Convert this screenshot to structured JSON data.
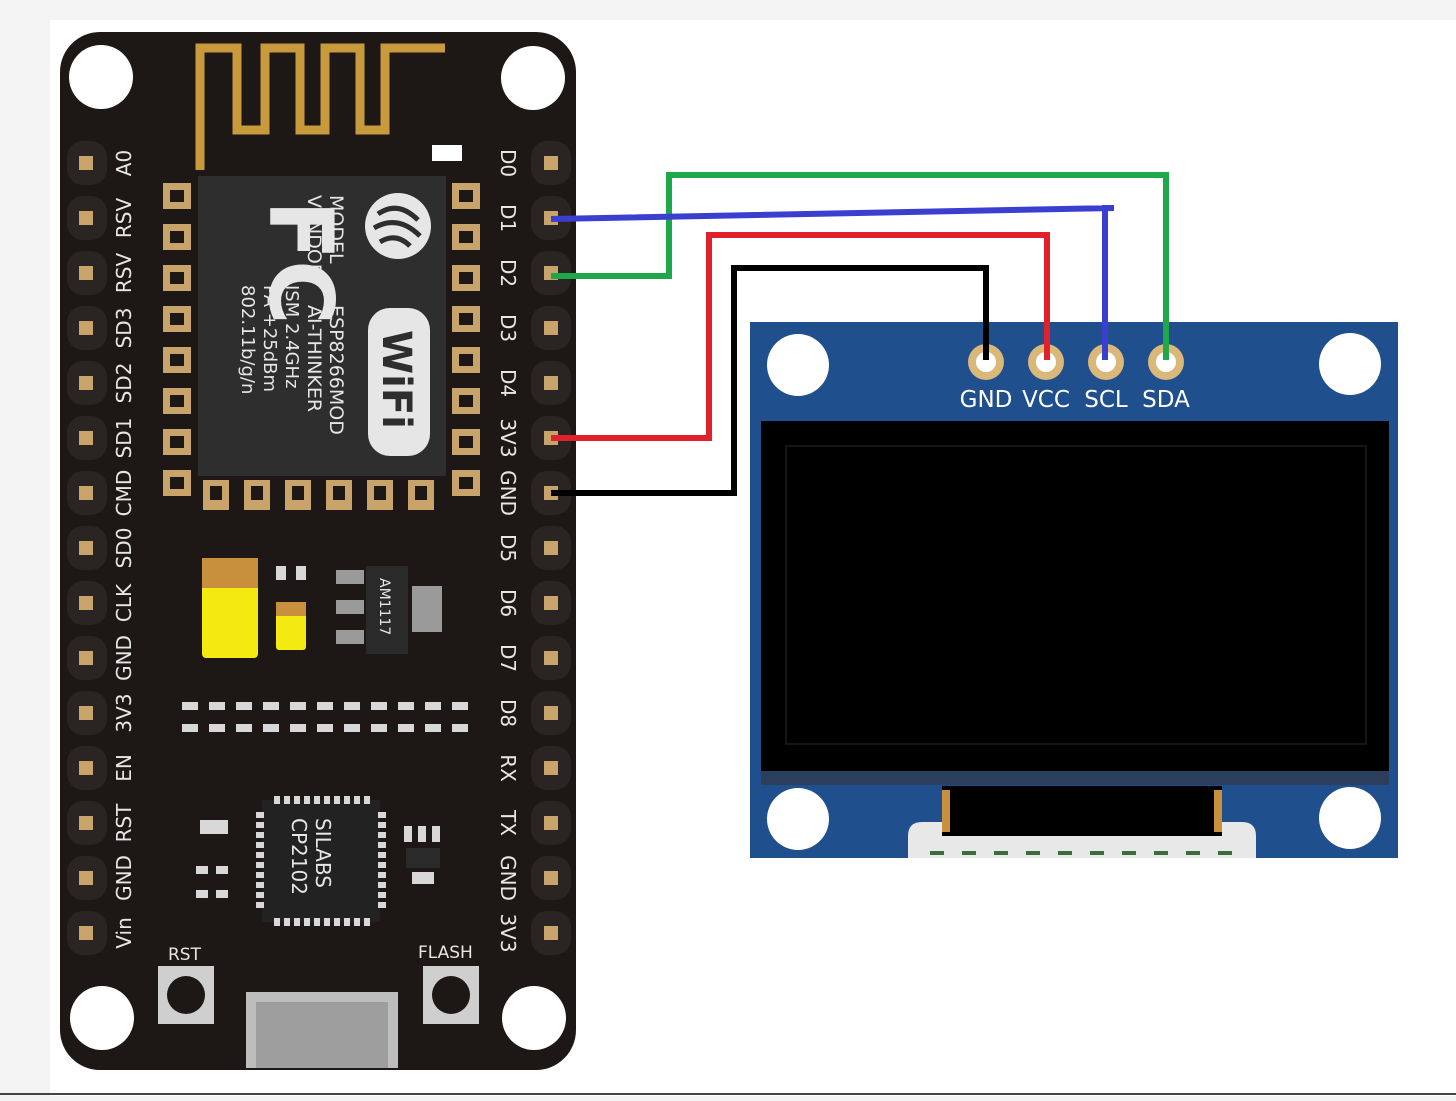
{
  "nodemcu": {
    "left_pins": [
      "A0",
      "RSV",
      "RSV",
      "SD3",
      "SD2",
      "SD1",
      "CMD",
      "SD0",
      "CLK",
      "GND",
      "3V3",
      "EN",
      "RST",
      "GND",
      "Vin"
    ],
    "right_pins": [
      "D0",
      "D1",
      "D2",
      "D3",
      "D4",
      "3V3",
      "GND",
      "D5",
      "D6",
      "D7",
      "D8",
      "RX",
      "TX",
      "GND",
      "3V3"
    ],
    "module": {
      "fc_logo": "FC",
      "lines": [
        "MODEL",
        "VENDOR",
        "ISM 2.4GHz",
        "PA +25dBm",
        "802.11b/g/n"
      ],
      "model_value": "ESP8266MOD",
      "vendor_value": "AI-THINKER",
      "wifi_logo": "WiFi"
    },
    "regulator": "AM1117",
    "usb_chip": [
      "SILABS",
      "CP2102"
    ],
    "buttons": {
      "rst": "RST",
      "flash": "FLASH"
    },
    "colors": {
      "board": "#1d1816",
      "pad": "#c9a46a",
      "antenna": "#c99a3c"
    }
  },
  "oled": {
    "pins": [
      "GND",
      "VCC",
      "SCL",
      "SDA"
    ],
    "colors": {
      "pcb": "#1f4f8c",
      "screen": "#000000"
    }
  },
  "wires": [
    {
      "from": "D1",
      "to": "SCL",
      "color": "#3a3fd0"
    },
    {
      "from": "D2",
      "to": "SDA",
      "color": "#1fa84a"
    },
    {
      "from": "3V3",
      "to": "VCC",
      "color": "#e0202a"
    },
    {
      "from": "GND",
      "to": "GND",
      "color": "#000000"
    }
  ]
}
